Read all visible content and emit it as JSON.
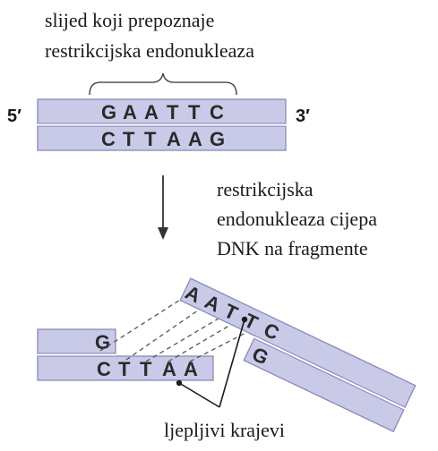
{
  "caption_top": [
    "slijed koji prepoznaje",
    "restrikcijska endonukleaza"
  ],
  "caption_right": [
    "restrikcijska",
    "endonukleaza cijepa",
    "DNK na fragmente"
  ],
  "caption_bottom": "ljepljivi krajevi",
  "end_5": "5′",
  "end_3": "3′",
  "top_strand": [
    "G",
    "A",
    "A",
    "T",
    "T",
    "C"
  ],
  "bottom_strand": [
    "C",
    "T",
    "T",
    "A",
    "A",
    "G"
  ],
  "left_fragment": {
    "top": "G",
    "bottom": [
      "C",
      "T",
      "T",
      "A",
      "A"
    ]
  },
  "right_fragment": {
    "top": [
      "A",
      "A",
      "T",
      "T",
      "C"
    ],
    "bottom": "G"
  },
  "colors": {
    "strand_fill": "#c9c9e8",
    "strand_edge": "#8a8ab8",
    "letters": "#2a2a2a"
  }
}
